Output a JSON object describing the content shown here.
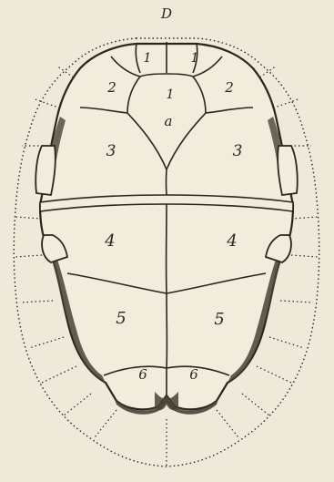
{
  "plate": {
    "figure_letter": "D",
    "colors": {
      "paper": "#efe9da",
      "ink": "#2a251d",
      "shell_fill": "#f2ecdd",
      "shadow": "#4a4236"
    },
    "plates": {
      "p1_left": "1",
      "p1_right": "1",
      "p1_center": "1",
      "a": "a",
      "p2_left": "2",
      "p2_right": "2",
      "p3_left": "3",
      "p3_right": "3",
      "p4_left": "4",
      "p4_right": "4",
      "p5_left": "5",
      "p5_right": "5",
      "p6_left": "6",
      "p6_right": "6"
    }
  }
}
